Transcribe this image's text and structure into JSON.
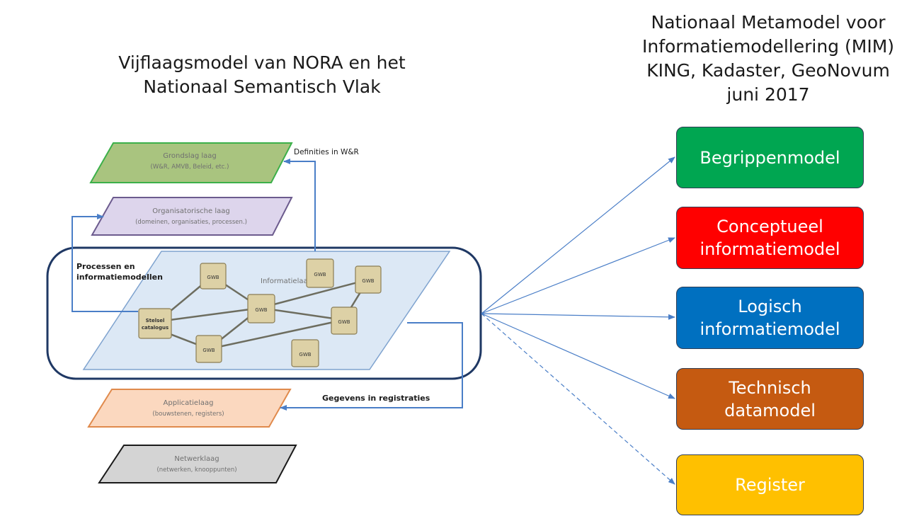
{
  "left_title": {
    "line1": "Vijflaagsmodel van NORA en het",
    "line2": "Nationaal Semantisch Vlak"
  },
  "right_title": {
    "line1": "Nationaal Metamodel voor",
    "line2": "Informatiemodellering (MIM)",
    "line3": "KING, Kadaster, GeoNovum",
    "line4": "juni 2017"
  },
  "layers": {
    "grondslag": {
      "title": "Grondslag laag",
      "subtitle": "(W&R, AMVB, Beleid, etc.)",
      "fill": "#a9c47f",
      "stroke": "#3cb04a"
    },
    "organisatorisch": {
      "title": "Organisatorische laag",
      "subtitle": "(domeinen, organisaties, processen.)",
      "fill": "#ddd5ec",
      "stroke": "#6c5b8e"
    },
    "informatie": {
      "title": "Informatielaag",
      "fill": "#dce8f5",
      "stroke": "#7fa3cf"
    },
    "applicatie": {
      "title": "Applicatielaag",
      "subtitle": "(bouwstenen, registers)",
      "fill": "#fbd8bf",
      "stroke": "#e08a4c"
    },
    "netwerk": {
      "title": "Netwerklaag",
      "subtitle": "(netwerken, knooppunten)",
      "fill": "#d4d4d4",
      "stroke": "#1a1a1a"
    }
  },
  "labels": {
    "definities": "Definities in W&R",
    "processen_line1": "Processen en",
    "processen_line2": "informatiemodellen",
    "gegevens": "Gegevens in registraties"
  },
  "scroll_label": "GWB",
  "stelsel": {
    "line1": "Stelsel",
    "line2": "catalogus"
  },
  "mim_models": [
    {
      "line1": "Begrippenmodel",
      "line2": "",
      "color": "#00a651"
    },
    {
      "line1": "Conceptueel",
      "line2": "informatiemodel",
      "color": "#ff0000"
    },
    {
      "line1": "Logisch",
      "line2": "informatiemodel",
      "color": "#0070c0"
    },
    {
      "line1": "Technisch",
      "line2": "datamodel",
      "color": "#c55a11"
    },
    {
      "line1": "Register",
      "line2": "",
      "color": "#ffc000"
    }
  ],
  "colors": {
    "connector": "#4a7ec7",
    "frame": "#1f3864",
    "scroll_fill": "#ddd1a6",
    "scroll_stroke": "#8a7d55",
    "link": "#6d6d5f"
  }
}
